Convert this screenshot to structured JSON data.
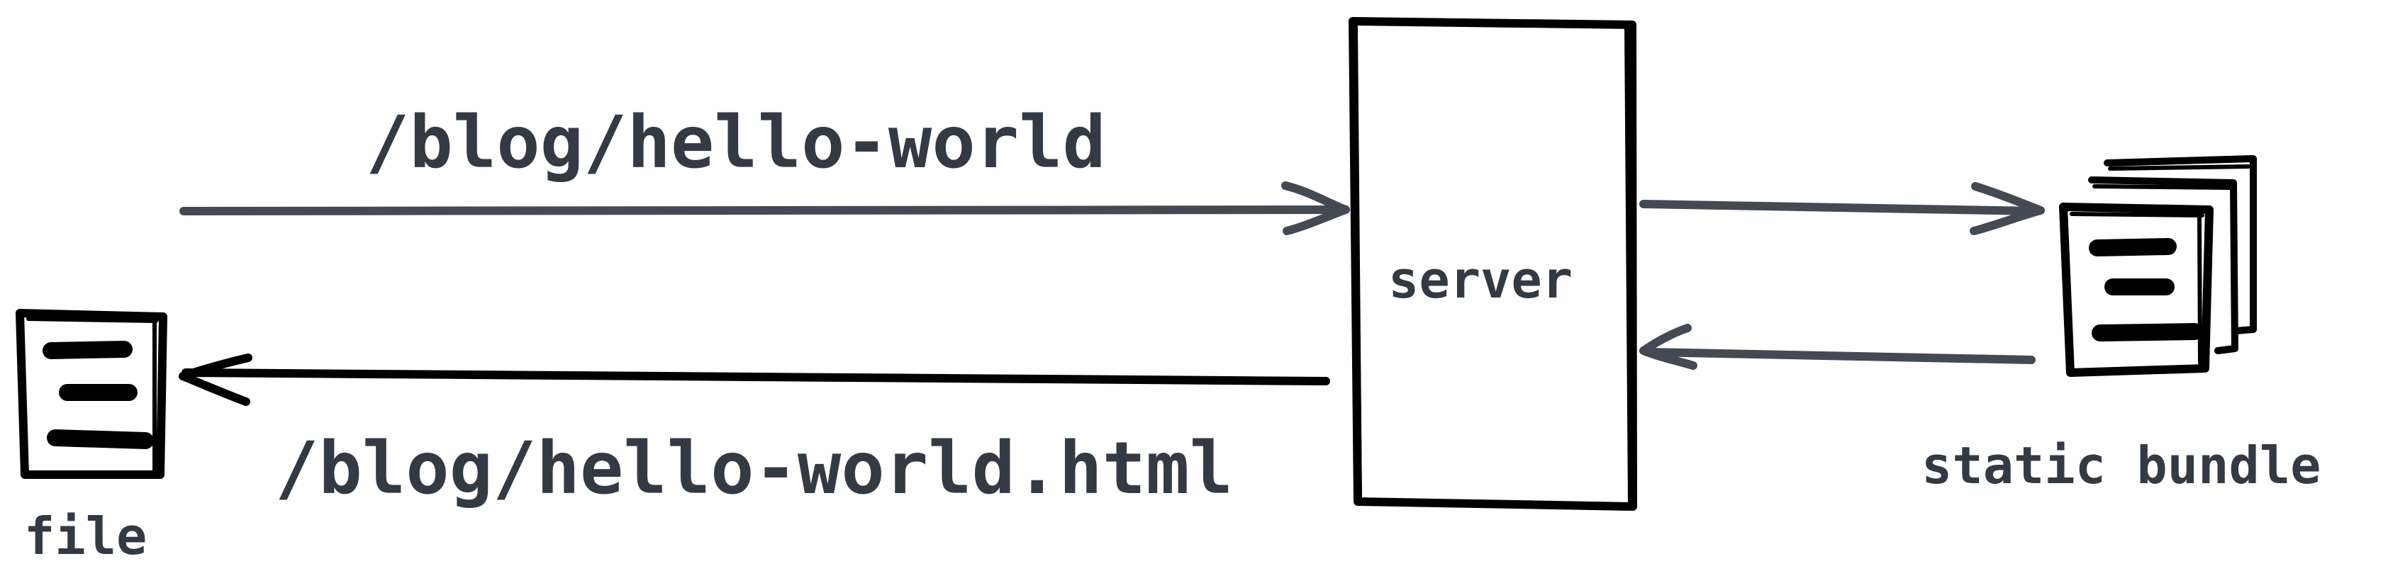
{
  "labels": {
    "request_path": "/blog/hello-world",
    "response_path": "/blog/hello-world.html",
    "server": "server",
    "bundle": "static bundle",
    "file": "file"
  },
  "colors": {
    "ink": "#000000",
    "arrow_gray": "#434a54",
    "text": "#343a44"
  },
  "icons": {
    "file": "document-icon",
    "bundle": "stacked-documents-icon"
  }
}
